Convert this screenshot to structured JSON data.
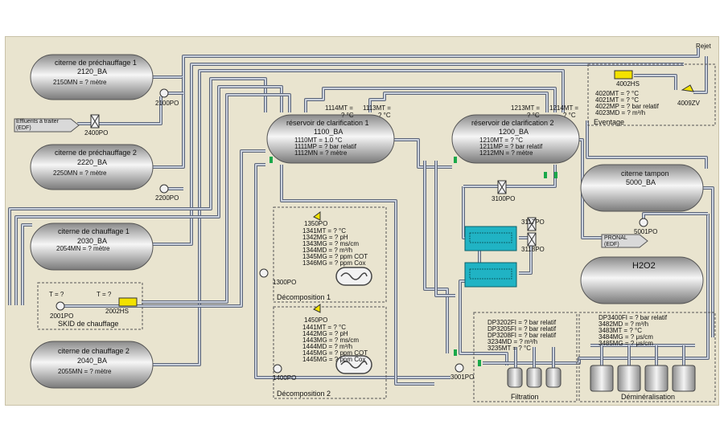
{
  "reject_label": "Rejet",
  "tanks": {
    "prechauffage1": {
      "name": "citerne de préchauffage 1",
      "id": "2120_BA",
      "reading": "2150MN =          ? mètre"
    },
    "prechauffage2": {
      "name": "citerne de préchauffage 2",
      "id": "2220_BA",
      "reading": "2250MN =          ? mètre"
    },
    "chauffage1": {
      "name": "citerne de chauffage 1",
      "id": "2030_BA",
      "reading": "2054MN =          ? mètre"
    },
    "chauffage2": {
      "name": "citerne de chauffage 2",
      "id": "2040_BA",
      "reading": "2055MN =          ? mètre"
    },
    "clarif1": {
      "name": "réservoir de clarification 1",
      "id": "1100_BA",
      "readings": [
        "1110MT =          1.0  °C",
        "1111MP =          ?  bar relatif",
        "1112MN =          ?  mètre"
      ]
    },
    "clarif2": {
      "name": "réservoir de clarification 2",
      "id": "1200_BA",
      "readings": [
        "1210MT =          ?  °C",
        "1211MP =          ?  bar relatif",
        "1212MN =          ?  mètre"
      ]
    },
    "tampon": {
      "name": "citerne tampon",
      "id": "5000_BA"
    },
    "h2o2": {
      "name": "H2O2"
    }
  },
  "pumps": {
    "p2100": "2100PO",
    "p2200": "2200PO",
    "p2001": "2001PO",
    "p1300": "1300PO",
    "p1400": "1400PO",
    "p3001": "3001PO",
    "p5001": "5001PO"
  },
  "valves": {
    "v2400": "2400PO",
    "v3100": "3100PO",
    "v3117": "3117PO",
    "v3118": "3118PO",
    "v4002": "4002HS",
    "v4009": "4009ZV"
  },
  "effluents_label": "Effluents à traiter (EDF)",
  "pronal_label": "PRONAL (EDF)",
  "skid": {
    "title": "SKID de chauffage",
    "t1": "T = ?",
    "t2": "T = ?",
    "hs": "2002HS"
  },
  "clarif_small": {
    "c1114": "1114MT =",
    "c1113": "1113MT =",
    "c1114u": "?  °C",
    "c1113u": "?  °C",
    "c1213": "1213MT =",
    "c1214": "1214MT =",
    "c1213u": "?  °C",
    "c1214u": "?  °C"
  },
  "decomp1": {
    "title": "Décomposition 1",
    "tag": "1350PO",
    "readings": [
      "1341MT =          ?  °C",
      "1342MG =          ?  pH",
      "1343MG =          ?  ms/cm",
      "1344MD =          ?  m³/h",
      "1345MG =          ?  ppm COT",
      "1346MG =          ?  ppm Cox"
    ]
  },
  "decomp2": {
    "title": "Décomposition 2",
    "tag": "1450PO",
    "readings": [
      "1441MT =          ?  °C",
      "1442MG =          ?  pH",
      "1443MG =          ?  ms/cm",
      "1444MD =          ?  m³/h",
      "1445MG =          ?  ppm COT",
      "1445MG =          ?  ppm Cox"
    ]
  },
  "eventage": {
    "title": "Eventage",
    "readings": [
      "4020MT =          ?  °C",
      "4021MT =          ?  °C",
      "4022MP =          ?  bar relatif",
      "4023MD =          ?  m³/h"
    ]
  },
  "filtration": {
    "title": "Filtration",
    "readings": [
      "DP3202FI =          ?  bar relatif",
      "DP3205FI =          ?  bar relatif",
      "DP3208FI =          ?  bar relatif",
      "3234MD =          ?  m³/h",
      "3235MT =          ?  °C"
    ]
  },
  "demin": {
    "title": "Déminéralisation",
    "readings": [
      "DP3400FI =          ?  bar relatif",
      "3482MD =          ?  m³/h",
      "3483MT =          ?  °C",
      "3484MG =          ?  μs/cm",
      "3485MG =          ?  μs/cm"
    ]
  },
  "colors": {
    "panel": "#e9e4cf",
    "pipe": "#9aa3b3",
    "pipe_edge": "#5b6478",
    "tank_dark": "#7f7f7f",
    "tank_light": "#f4f4f4",
    "green": "#1aa84a",
    "cyan": "#20b3c4",
    "yellow": "#f3e200"
  }
}
